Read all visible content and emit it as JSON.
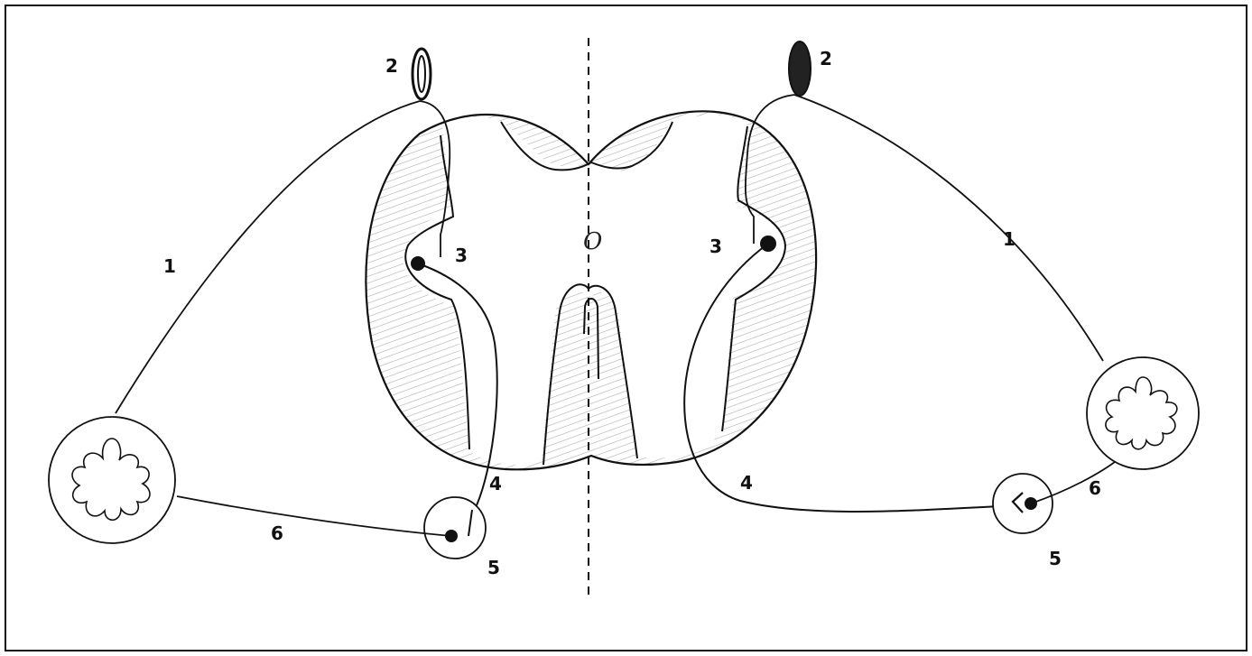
{
  "diagram": {
    "center_label": "O",
    "labels": {
      "left": {
        "l1": "1",
        "l2": "2",
        "l3": "3",
        "l4": "4",
        "l5": "5",
        "l6": "6"
      },
      "right": {
        "l1": "1",
        "l2": "2",
        "l3": "3",
        "l4": "4",
        "l5": "5",
        "l6": "6"
      }
    }
  }
}
